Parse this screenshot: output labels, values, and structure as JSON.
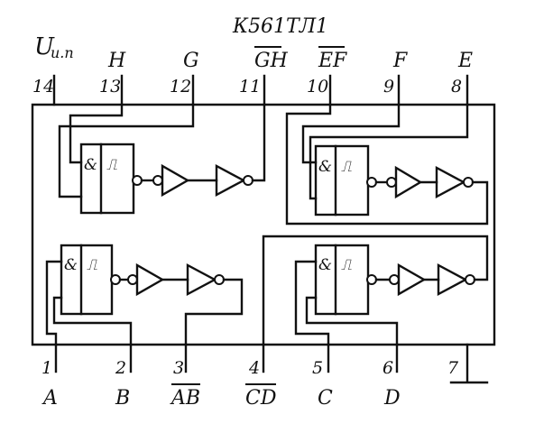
{
  "title": "К561ТЛ1",
  "supply_label": "U",
  "supply_sub": "и.п",
  "top_pins": [
    {
      "num": "14",
      "label": "",
      "overline": false
    },
    {
      "num": "13",
      "label": "H",
      "overline": false
    },
    {
      "num": "12",
      "label": "G",
      "overline": false
    },
    {
      "num": "11",
      "label": "GH",
      "overline": true
    },
    {
      "num": "10",
      "label": "EF",
      "overline": true
    },
    {
      "num": "9",
      "label": "F",
      "overline": false
    },
    {
      "num": "8",
      "label": "E",
      "overline": false
    }
  ],
  "bottom_pins": [
    {
      "num": "1",
      "label": "A",
      "overline": false
    },
    {
      "num": "2",
      "label": "B",
      "overline": false
    },
    {
      "num": "3",
      "label": "AB",
      "overline": true
    },
    {
      "num": "4",
      "label": "CD",
      "overline": true
    },
    {
      "num": "5",
      "label": "C",
      "overline": false
    },
    {
      "num": "6",
      "label": "D",
      "overline": false
    },
    {
      "num": "7",
      "label": "",
      "overline": false
    }
  ],
  "gate_symbols": {
    "and": "&",
    "schmitt": "⎍"
  }
}
